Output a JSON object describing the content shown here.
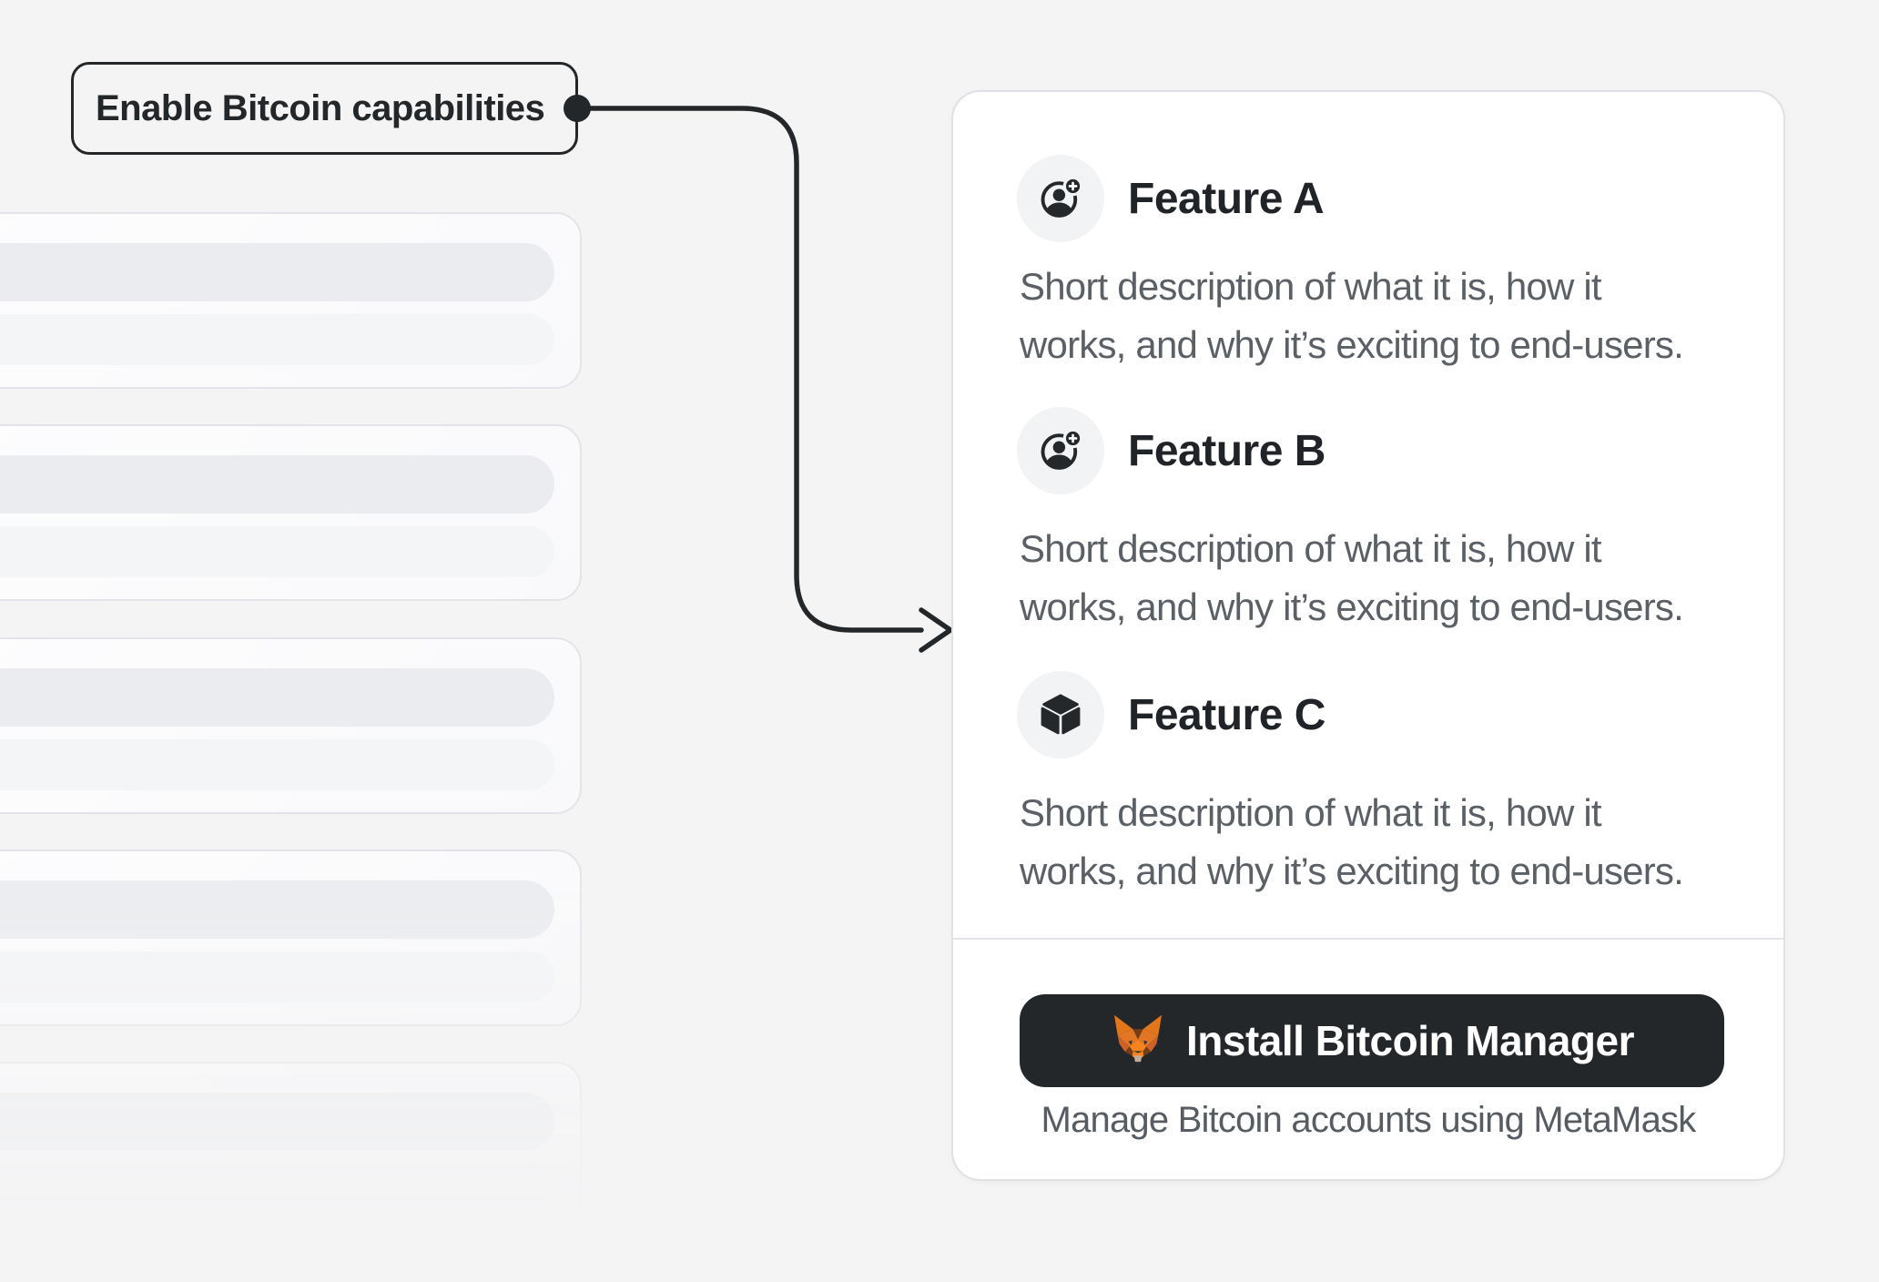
{
  "annotation": {
    "label": "Enable Bitcoin capabilities"
  },
  "skeleton": {
    "card_count": 5
  },
  "panel": {
    "features": [
      {
        "title": "Feature A",
        "icon": "user-add",
        "lines": [
          "Short description of what it is, how it",
          "works, and why it’s exciting to end-users."
        ]
      },
      {
        "title": "Feature B",
        "icon": "user-add",
        "lines": [
          "Short description of what it is, how it",
          "works, and why it’s exciting to end-users."
        ]
      },
      {
        "title": "Feature C",
        "icon": "cube",
        "lines": [
          "Short description of what it is, how it",
          "works, and why it’s exciting to end-users."
        ]
      }
    ],
    "footer": {
      "button_label": "Install Bitcoin Manager",
      "caption": "Manage Bitcoin accounts using MetaMask"
    }
  },
  "colors": {
    "background": "#f4f4f5",
    "accent_dark": "#24272a",
    "fox_orange": "#f5841f",
    "text_gray": "#5a6066"
  }
}
